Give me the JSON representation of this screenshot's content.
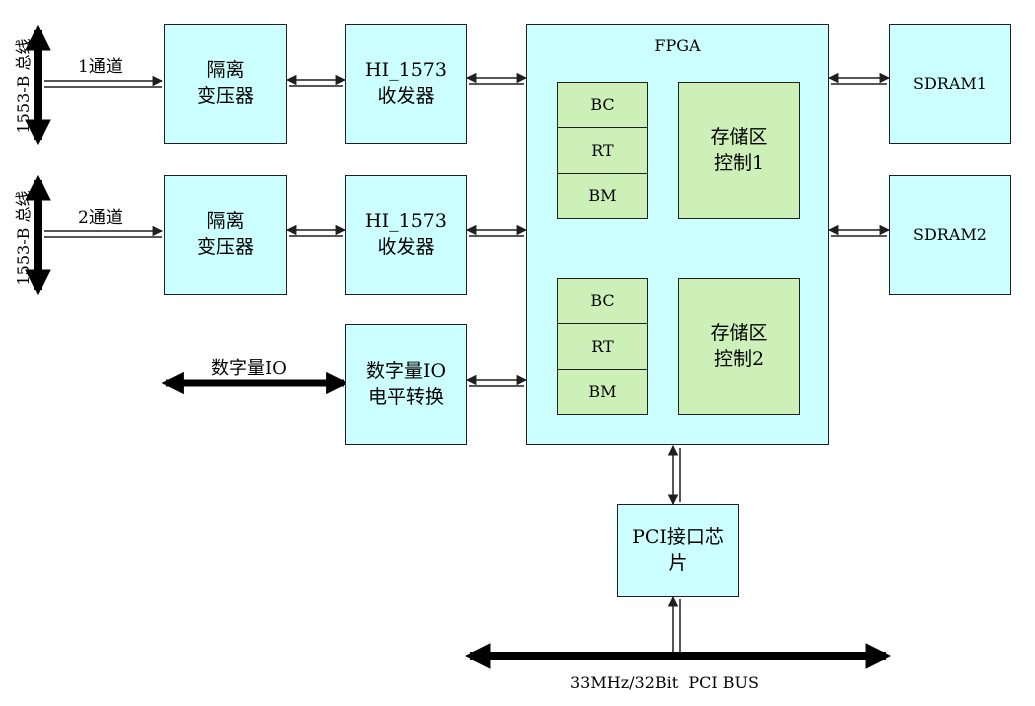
{
  "bus_labels": {
    "ch1_bus": "1553-B 总线",
    "ch2_bus": "1553-B 总线"
  },
  "channel_labels": {
    "ch1": "1通道",
    "ch2": "2通道"
  },
  "blocks": {
    "iso1": "隔离\n变压器",
    "iso2": "隔离\n变压器",
    "hi1": "HI_1573\n收发器",
    "hi2": "HI_1573\n收发器",
    "dio": "数字量IO\n电平转换",
    "fpga": "FPGA",
    "bc1": "BC",
    "rt1": "RT",
    "bm1": "BM",
    "bc2": "BC",
    "rt2": "RT",
    "bm2": "BM",
    "mem1": "存储区\n控制1",
    "mem2": "存储区\n控制2",
    "sdram1": "SDRAM1",
    "sdram2": "SDRAM2",
    "pci": "PCI接口芯\n片"
  },
  "io_label": "数字量IO",
  "pci_bus_label": "33MHz/32Bit  PCI BUS",
  "colors": {
    "box_fill": "#ccffff",
    "sub_fill": "#cdf0b8",
    "line": "#1f1f1f",
    "bus": "#000000"
  }
}
